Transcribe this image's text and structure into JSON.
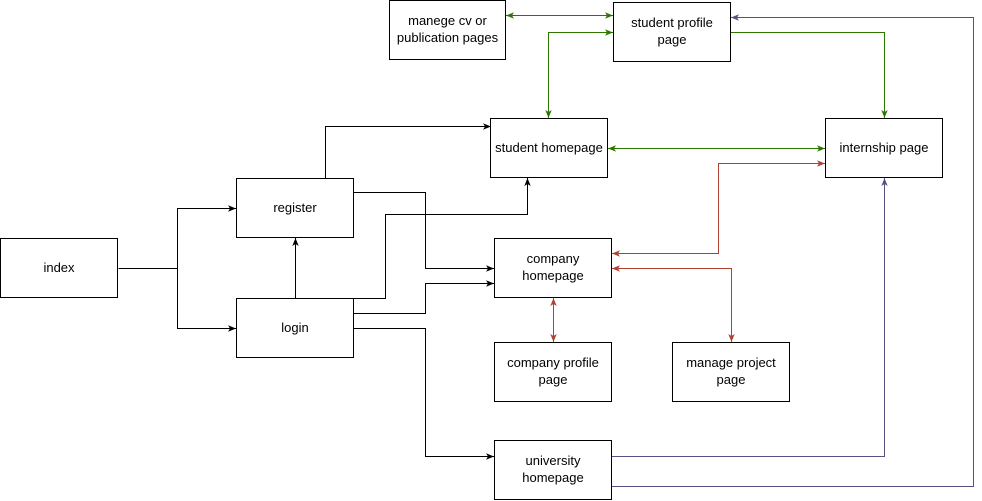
{
  "diagram": {
    "nodes": {
      "index": "index",
      "register": "register",
      "login": "login",
      "manage_cv": "manege cv or\npublication pages",
      "student_profile": "student profile\npage",
      "student_homepage": "student homepage",
      "internship": "internship page",
      "company_homepage": "company\nhomepage",
      "company_profile": "company profile\npage",
      "manage_project": "manage project\npage",
      "university_homepage": "university\nhomepage"
    }
  },
  "colors": {
    "black_edges": "#000000",
    "student_edges": "#2D7600",
    "company_edges": "#AE4132",
    "university_edges": "#56517E"
  }
}
